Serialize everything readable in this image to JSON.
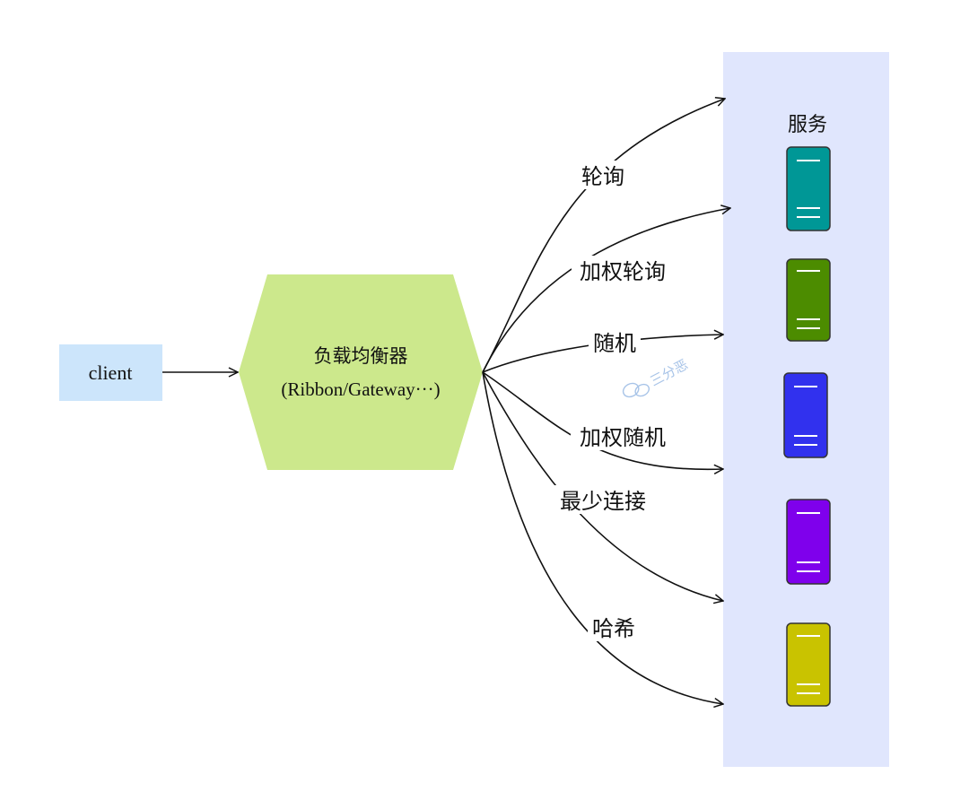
{
  "client": {
    "label": "client"
  },
  "balancer": {
    "title": "负载均衡器",
    "subtitle": "(Ribbon/Gateway···)"
  },
  "services": {
    "title": "服务",
    "panel_color": "#e0e6fd",
    "servers": [
      {
        "color": "#009796",
        "icon": "server-icon"
      },
      {
        "color": "#4c8c00",
        "icon": "server-icon"
      },
      {
        "color": "#3131ee",
        "icon": "server-icon"
      },
      {
        "color": "#7f00ec",
        "icon": "server-icon"
      },
      {
        "color": "#c9c300",
        "icon": "server-icon"
      }
    ]
  },
  "strategies": [
    {
      "label": "轮询"
    },
    {
      "label": "加权轮询"
    },
    {
      "label": "随机"
    },
    {
      "label": "加权随机"
    },
    {
      "label": "最少连接"
    },
    {
      "label": "哈希"
    }
  ],
  "watermark": {
    "text": "三分恶",
    "icon": "wechat-icon"
  },
  "colors": {
    "client_box": "#cce5fb",
    "balancer_fill": "#cce88c",
    "arrow": "#111111"
  }
}
